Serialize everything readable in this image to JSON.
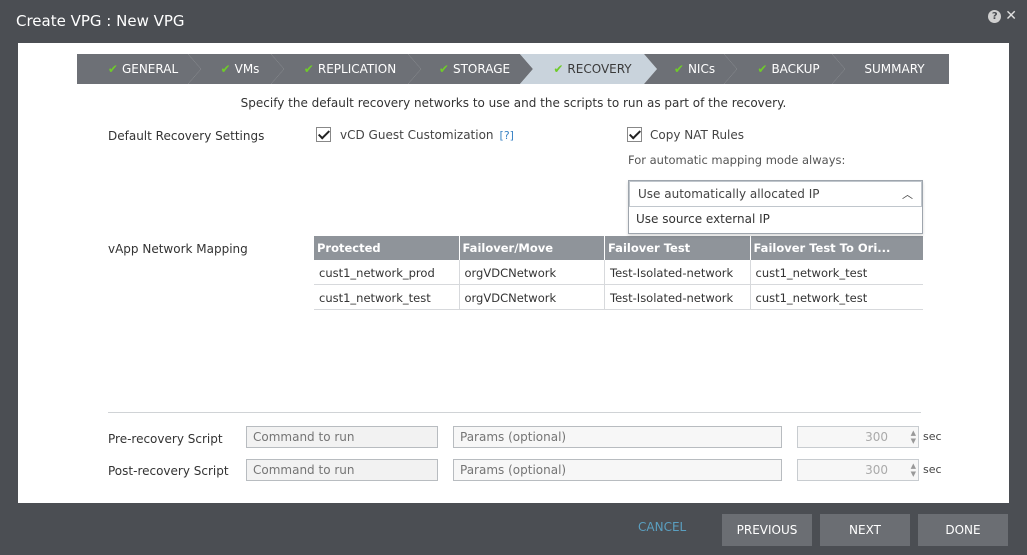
{
  "window": {
    "title": "Create VPG : New VPG",
    "help_icon": "?",
    "close_icon": "✕"
  },
  "steps": [
    {
      "label": "GENERAL",
      "done": true
    },
    {
      "label": "VMs",
      "done": true
    },
    {
      "label": "REPLICATION",
      "done": true
    },
    {
      "label": "STORAGE",
      "done": true
    },
    {
      "label": "RECOVERY",
      "done": true,
      "active": true
    },
    {
      "label": "NICs",
      "done": true
    },
    {
      "label": "BACKUP",
      "done": true
    },
    {
      "label": "SUMMARY",
      "done": false
    }
  ],
  "check_glyph": "✔",
  "subtitle": "Specify the default recovery networks to use and the scripts to run as part of the recovery.",
  "default_settings": {
    "label": "Default Recovery Settings",
    "vcd_guest_label": "vCD Guest Customization",
    "vcd_help": "[?]",
    "copy_nat_label": "Copy NAT Rules",
    "mapping_hint": "For automatic mapping mode always:",
    "dropdown": {
      "selected": "Use automatically allocated IP",
      "chevron": "︿",
      "options": [
        "Use source external IP"
      ]
    }
  },
  "mapping": {
    "label": "vApp Network Mapping",
    "headers": [
      "Protected",
      "Failover/Move",
      "Failover Test",
      "Failover Test To Ori..."
    ],
    "rows": [
      [
        "cust1_network_prod",
        "orgVDCNetwork",
        "Test-Isolated-network",
        "cust1_network_test"
      ],
      [
        "cust1_network_test",
        "orgVDCNetwork",
        "Test-Isolated-network",
        "cust1_network_test"
      ]
    ]
  },
  "scripts": {
    "pre_label": "Pre-recovery Script",
    "post_label": "Post-recovery Script",
    "command_placeholder": "Command to run",
    "params_placeholder": "Params (optional)",
    "timeout_value": "300",
    "sec_label": "sec"
  },
  "footer": {
    "cancel": "CANCEL",
    "previous": "PREVIOUS",
    "next": "NEXT",
    "done": "DONE"
  }
}
